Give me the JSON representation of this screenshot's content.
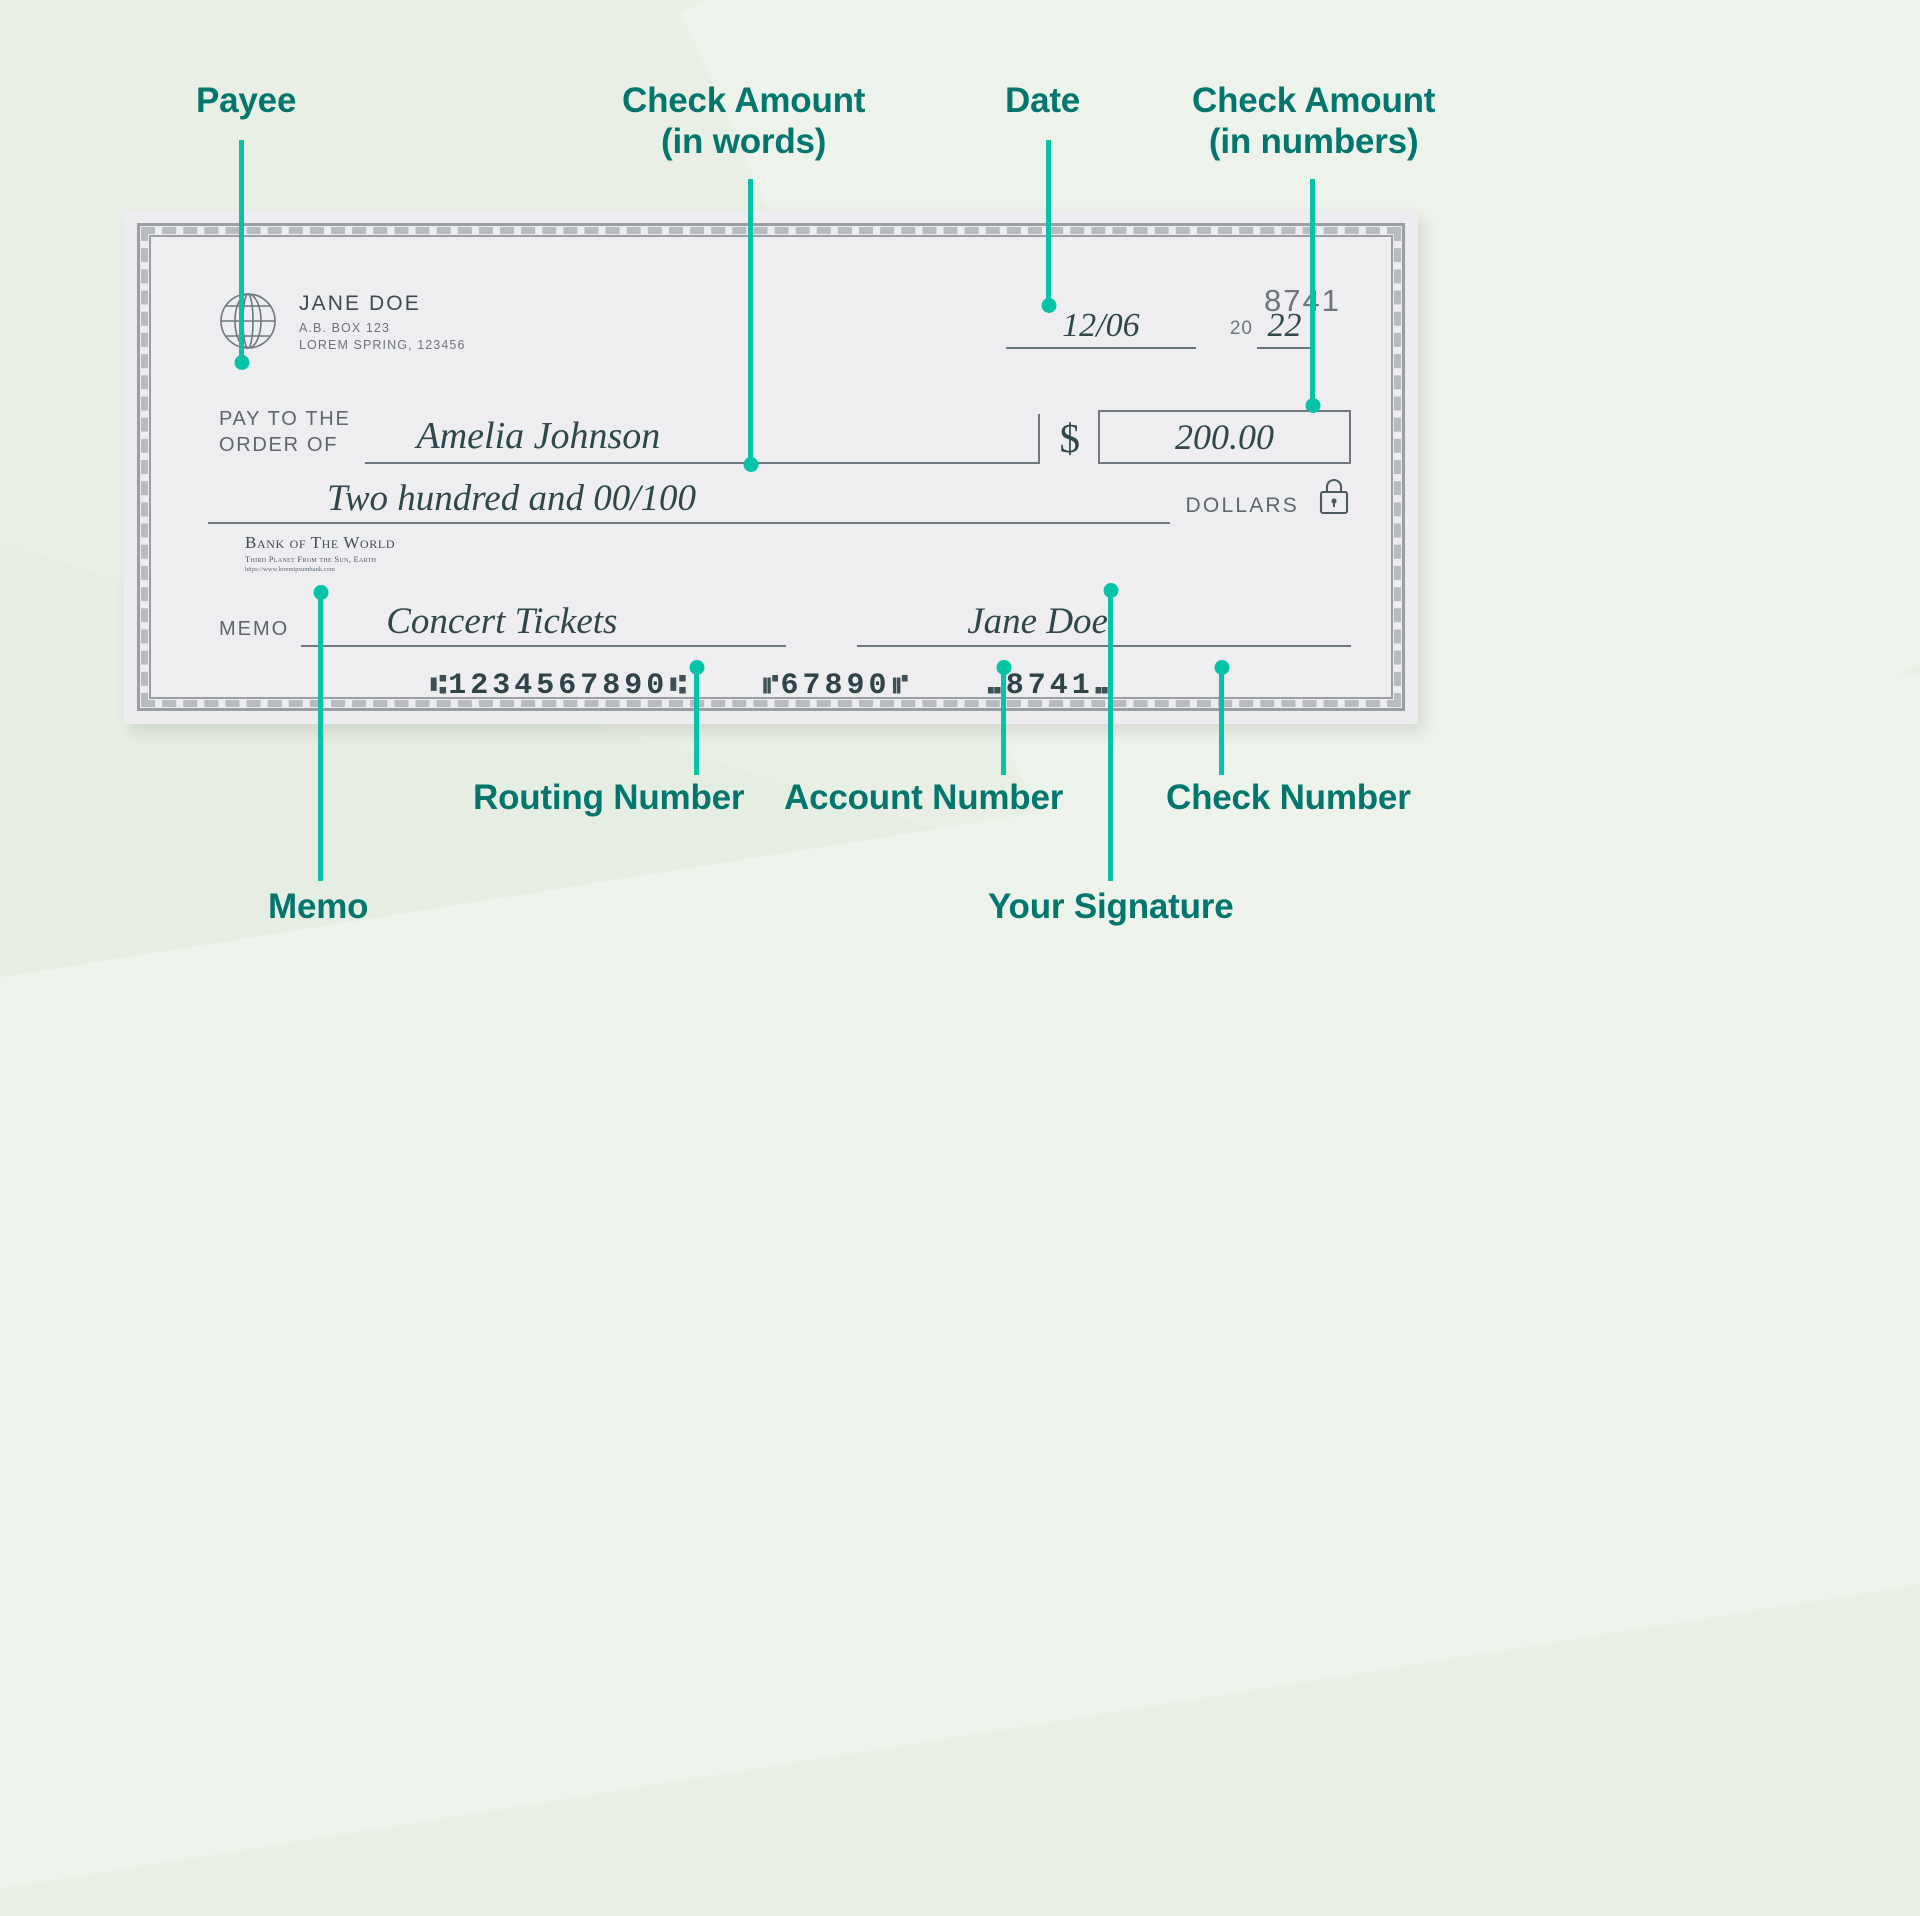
{
  "theme": {
    "background": "#e9efe5",
    "label_color": "#00766c",
    "pointer_color": "#04c3a7",
    "check_paper": "#ededf0",
    "ink_color": "#2e474b"
  },
  "annotations": [
    {
      "id": "payee",
      "lines": [
        "Payee"
      ]
    },
    {
      "id": "amount-words",
      "lines": [
        "Check Amount",
        "(in words)"
      ]
    },
    {
      "id": "date",
      "lines": [
        "Date"
      ]
    },
    {
      "id": "amount-numbers",
      "lines": [
        "Check Amount",
        "(in numbers)"
      ]
    },
    {
      "id": "routing-number",
      "lines": [
        "Routing Number"
      ]
    },
    {
      "id": "account-number",
      "lines": [
        "Account Number"
      ]
    },
    {
      "id": "check-number",
      "lines": [
        "Check Number"
      ]
    },
    {
      "id": "memo",
      "lines": [
        "Memo"
      ]
    },
    {
      "id": "signature",
      "lines": [
        "Your Signature"
      ]
    }
  ],
  "check": {
    "holder": {
      "name": "JANE DOE",
      "address_line1": "A.B. BOX 123",
      "address_line2": "LOREM SPRING, 123456"
    },
    "check_number": "8741",
    "date": {
      "value": "12/06",
      "year_prefix": "20",
      "year_value": "22"
    },
    "pay_to_label_line1": "PAY TO THE",
    "pay_to_label_line2": "ORDER OF",
    "payee": "Amelia Johnson",
    "currency_symbol": "$",
    "amount_numbers": "200.00",
    "amount_words": "Two hundred and 00/100",
    "dollars_label": "DOLLARS",
    "bank": {
      "name": "Bank of The World",
      "tagline": "Third Planet From the Sun, Earth",
      "url": "https://www.loremipsumbank.com"
    },
    "memo_label": "MEMO",
    "memo_value": "Concert Tickets",
    "signature_value": "Jane Doe",
    "micr": {
      "routing": "1234567890",
      "routing_symbol": "⑆",
      "account": "67890",
      "account_symbol": "⑈",
      "check_number": "8741",
      "check_symbol": "⑉"
    }
  }
}
